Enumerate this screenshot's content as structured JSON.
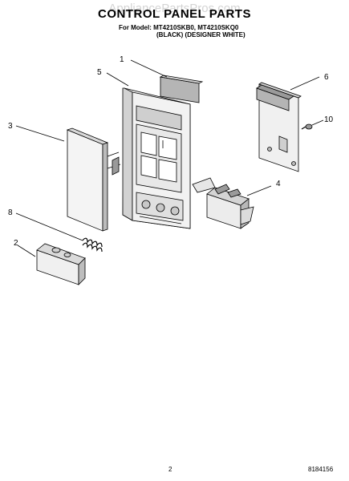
{
  "header": {
    "watermark": "AppliancePartsPros.com",
    "title": "CONTROL PANEL PARTS",
    "model_line": "For Model: MT4210SKB0, MT4210SKQ0",
    "color_line": "(BLACK) (DESIGNER WHITE)"
  },
  "callouts": [
    "1",
    "2",
    "3",
    "4",
    "5",
    "6",
    "8",
    "10"
  ],
  "footer": {
    "page_number": "2",
    "doc_number": "8184156"
  },
  "colors": {
    "line": "#000000",
    "part_fill": "#e6e6e6",
    "dark_fill": "#9a9a9a",
    "watermark": "#d4d4d4"
  }
}
